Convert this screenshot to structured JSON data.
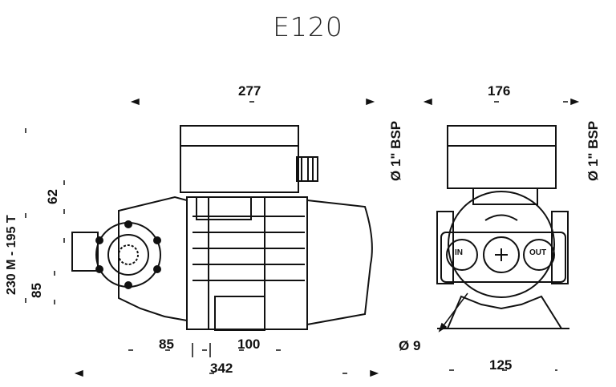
{
  "title": "E120",
  "dimensions": {
    "top_left_width": "277",
    "top_right_width": "176",
    "height_total": "230 M - 195 T",
    "height_upper": "62",
    "height_lower": "85",
    "bottom_85": "85",
    "bottom_100": "100",
    "bottom_342": "342",
    "foot_hole": "Ø 9",
    "base_width": "125",
    "port_left": "Ø 1\" BSP",
    "port_right": "Ø 1\" BSP"
  },
  "port_labels": {
    "inlet": "IN",
    "outlet": "OUT"
  }
}
